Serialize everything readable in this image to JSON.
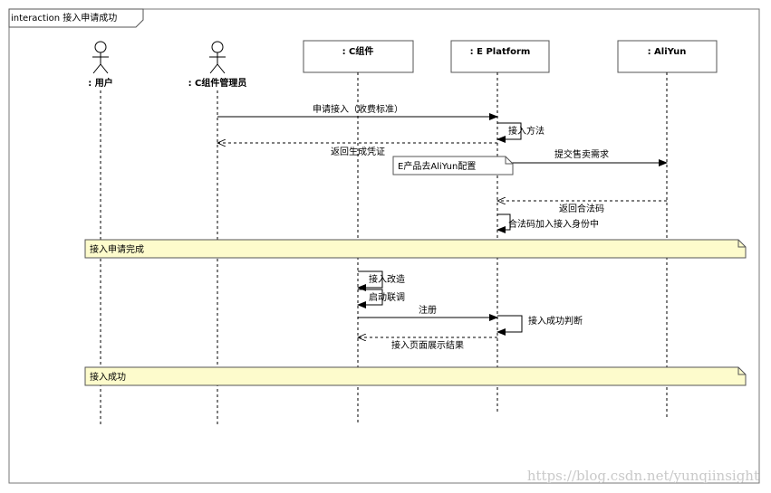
{
  "frame": {
    "title": "interaction 接入申请成功"
  },
  "actors": [
    {
      "id": "user",
      "label": ": 用户"
    },
    {
      "id": "admin",
      "label": ": C组件管理员"
    }
  ],
  "objects": [
    {
      "id": "comp",
      "label": ": C组件"
    },
    {
      "id": "ep",
      "label": ": E Platform"
    },
    {
      "id": "ali",
      "label": ": AliYun"
    }
  ],
  "messages": [
    {
      "id": "m1",
      "label": "申请接入（收费标准）"
    },
    {
      "id": "m2",
      "label": "接入方法"
    },
    {
      "id": "m3",
      "label": "返回生成凭证"
    },
    {
      "id": "m4",
      "label": "提交售卖需求"
    },
    {
      "id": "m5",
      "label": "返回合法码"
    },
    {
      "id": "m6",
      "label": "合法码加入接入身份中"
    },
    {
      "id": "m7",
      "label": "接入改造"
    },
    {
      "id": "m8",
      "label": "启动联调"
    },
    {
      "id": "m9",
      "label": "注册"
    },
    {
      "id": "m10",
      "label": "接入成功判断"
    },
    {
      "id": "m11",
      "label": "接入页面展示结果"
    }
  ],
  "notes": [
    {
      "id": "n1",
      "text": "E产品去AliYun配置"
    },
    {
      "id": "n2",
      "text": "接入申请完成"
    },
    {
      "id": "n3",
      "text": "接入成功"
    }
  ],
  "watermark": "https://blog.csdn.net/yunqiinsight"
}
